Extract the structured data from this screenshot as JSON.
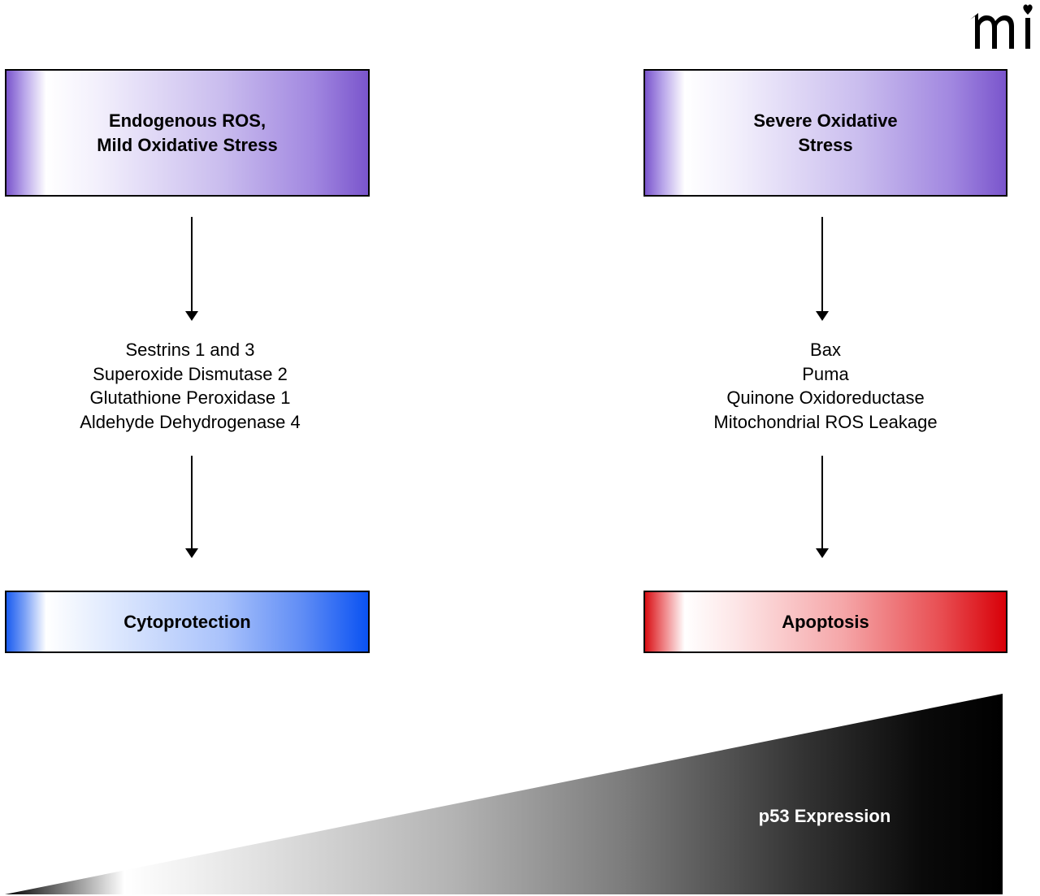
{
  "logo_text": "mi",
  "colors": {
    "purple": "#7a55cc",
    "blue": "#0a52f2",
    "red": "#d80008",
    "black": "#000000"
  },
  "left_pathway": {
    "stimulus": [
      "Endogenous ROS,",
      "Mild Oxidative Stress"
    ],
    "targets": [
      "Sestrins 1 and 3",
      "Superoxide Dismutase 2",
      "Glutathione Peroxidase 1",
      "Aldehyde Dehydrogenase 4"
    ],
    "outcome": "Cytoprotection"
  },
  "right_pathway": {
    "stimulus": [
      "Severe Oxidative",
      "Stress"
    ],
    "targets": [
      "Bax",
      "Puma",
      "Quinone Oxidoreductase",
      "Mitochondrial ROS Leakage"
    ],
    "outcome": "Apoptosis"
  },
  "gradient_label": "p53 Expression"
}
